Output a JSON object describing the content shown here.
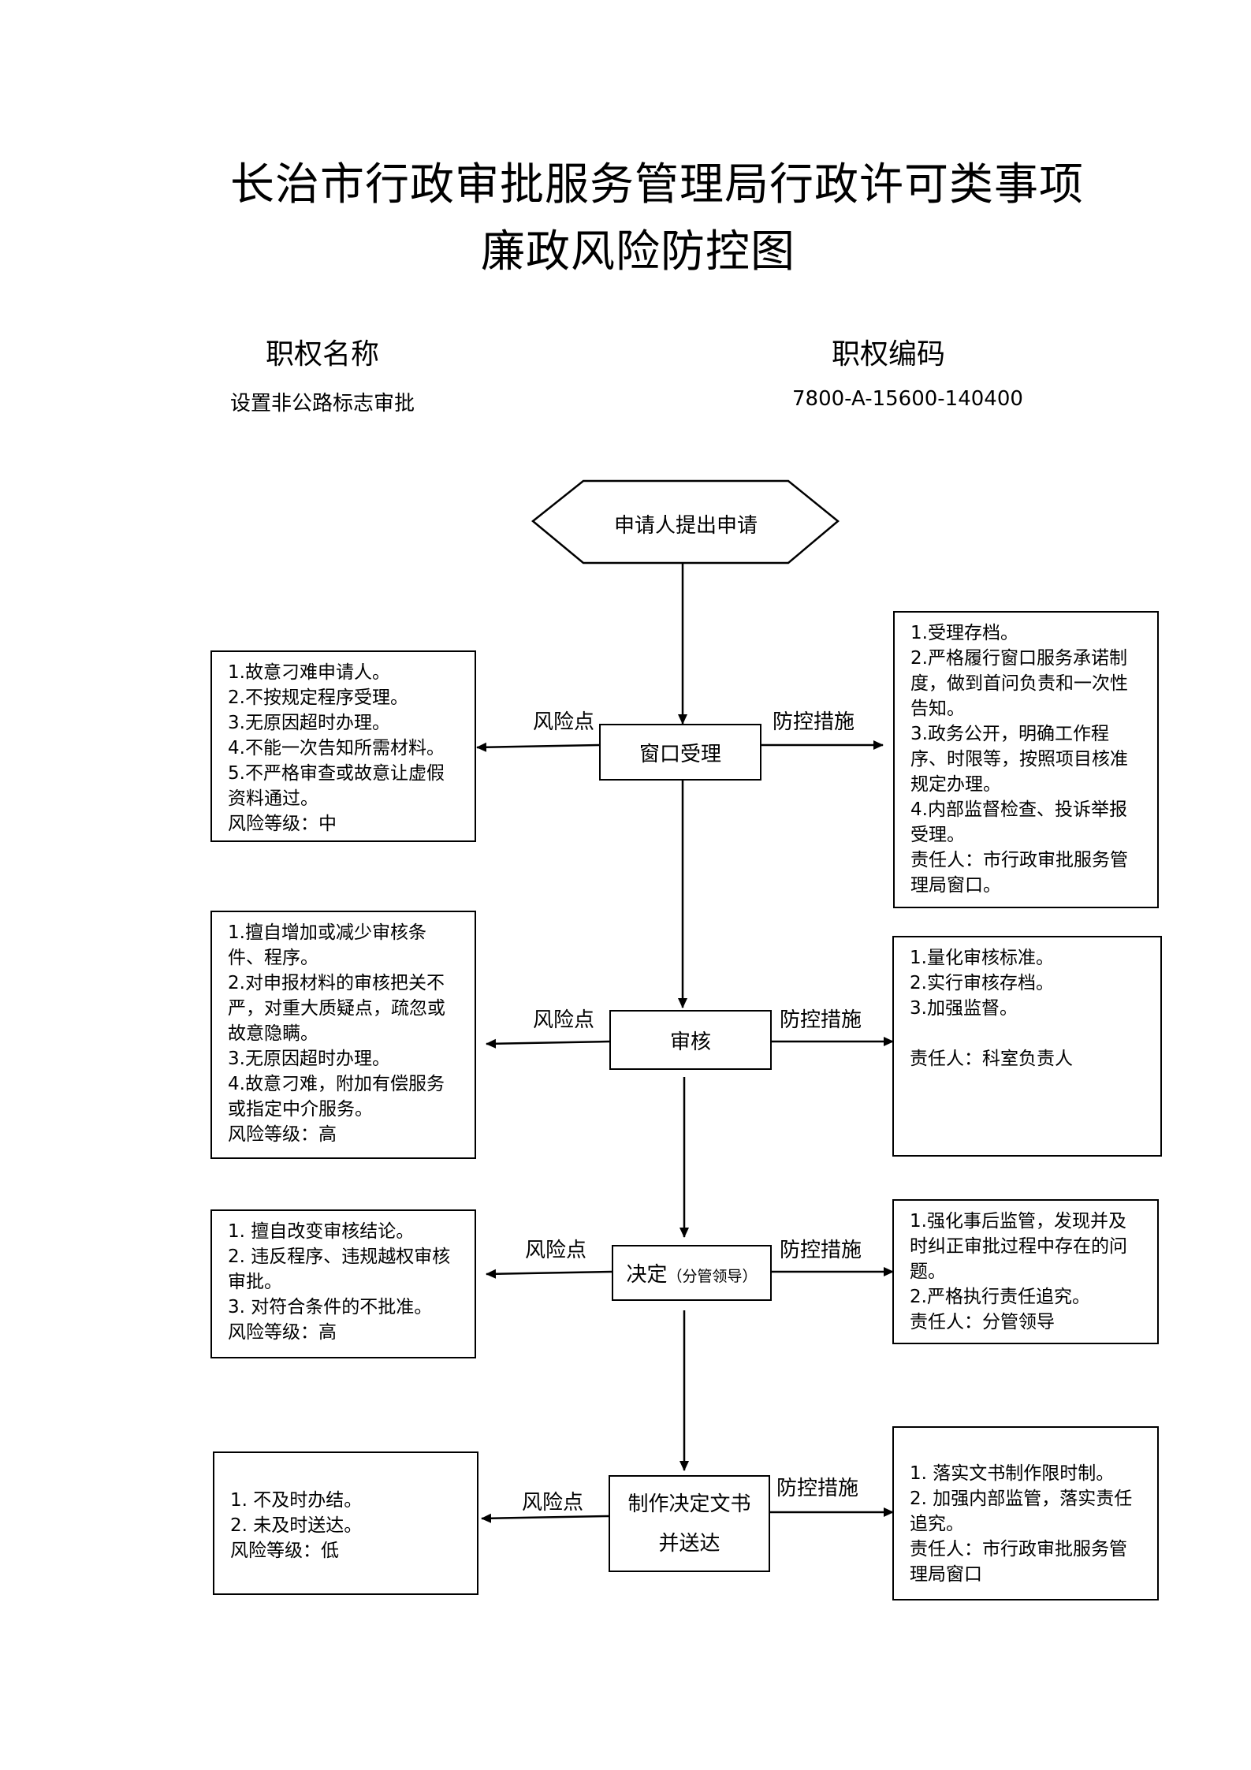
{
  "title": {
    "line1": "长治市行政审批服务管理局行政许可类事项",
    "line2": "廉政风险防控图"
  },
  "header": {
    "name_label": "职权名称",
    "name_value": "设置非公路标志审批",
    "code_label": "职权编码",
    "code_value": "7800-A-15600-140400"
  },
  "flow": {
    "start": "申请人提出申请",
    "risk_label": "风险点",
    "control_label": "防控措施",
    "steps": [
      {
        "label": "窗口受理",
        "risks": "1.故意刁难申请人。\n2.不按规定程序受理。\n3.无原因超时办理。\n4.不能一次告知所需材料。\n5.不严格审查或故意让虚假资料通过。\n风险等级：中",
        "controls": "1.受理存档。\n2.严格履行窗口服务承诺制度，做到首问负责和一次性告知。\n3.政务公开，明确工作程序、时限等，按照项目核准规定办理。\n4.内部监督检查、投诉举报受理。\n责任人：市行政审批服务管理局窗口。"
      },
      {
        "label": "审核",
        "risks": "1.擅自增加或减少审核条件、程序。\n2.对申报材料的审核把关不严，对重大质疑点，疏忽或故意隐瞒。\n3.无原因超时办理。\n4.故意刁难，附加有偿服务或指定中介服务。\n风险等级：高",
        "controls": "1.量化审核标准。\n2.实行审核存档。\n3.加强监督。\n\n责任人：科室负责人"
      },
      {
        "label": "决定",
        "label_note": "（分管领导）",
        "risks": "1. 擅自改变审核结论。\n2. 违反程序、违规越权审核审批。\n3. 对符合条件的不批准。\n风险等级：高",
        "controls": "1.强化事后监管，发现并及时纠正审批过程中存在的问题。\n2.严格执行责任追究。\n责任人：分管领导"
      },
      {
        "label": "制作决定文书并送达",
        "risks": "1. 不及时办结。\n2. 未及时送达。\n风险等级：低",
        "controls": "1. 落实文书制作限时制。\n2. 加强内部监管，落实责任追究。\n责任人：市行政审批服务管理局窗口"
      }
    ]
  }
}
